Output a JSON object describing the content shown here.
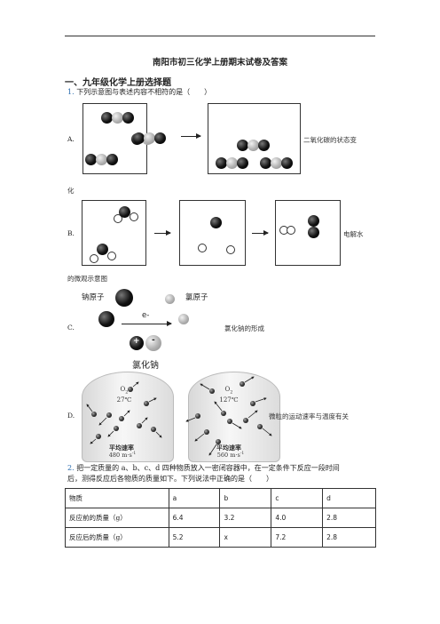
{
  "doc_title": "南阳市初三化学上册期末试卷及答案",
  "section_title": "一、九年级化学上册选择题",
  "q1": {
    "number": "1.",
    "stem": "下列示意图与表述内容不相符的是（　　）",
    "options": {
      "A": {
        "label": "A.",
        "text_1": "二氧化碳的状态变",
        "text_2": "化"
      },
      "B": {
        "label": "B.",
        "text_1": "电解水",
        "text_2": "的微观示意图"
      },
      "C": {
        "label": "C.",
        "text": "氯化钠的形成",
        "na_atom": "钠原子",
        "cl_atom": "氯原子",
        "electron": "e-",
        "plus": "+",
        "minus": "-",
        "nacl": "氯化钠"
      },
      "D": {
        "label": "D.",
        "text": "微粒的运动速率与温度有关",
        "left": {
          "gas": "O",
          "gas_sub": "2",
          "temp": "27℃",
          "speed_label": "平均速率",
          "speed": "480 m·s",
          "speed_exp": "-1"
        },
        "right": {
          "gas": "O",
          "gas_sub": "2",
          "temp": "127℃",
          "speed_label": "平均速率",
          "speed": "560 m·s",
          "speed_exp": "-1"
        }
      }
    }
  },
  "q2": {
    "number": "2.",
    "stem_1": "把一定质量的 a、b、c、d 四种物质放入一密闭容器中，在一定条件下反应一段时间",
    "stem_2": "后，测得反应后各物质的质量如下。下列说法中正确的是（　　）",
    "table": {
      "header": [
        "物质",
        "a",
        "b",
        "c",
        "d"
      ],
      "rows": [
        [
          "反应前的质量（g）",
          "6.4",
          "3.2",
          "4.0",
          "2.8"
        ],
        [
          "反应后的质量（g）",
          "5.2",
          "x",
          "7.2",
          "2.8"
        ]
      ]
    }
  }
}
